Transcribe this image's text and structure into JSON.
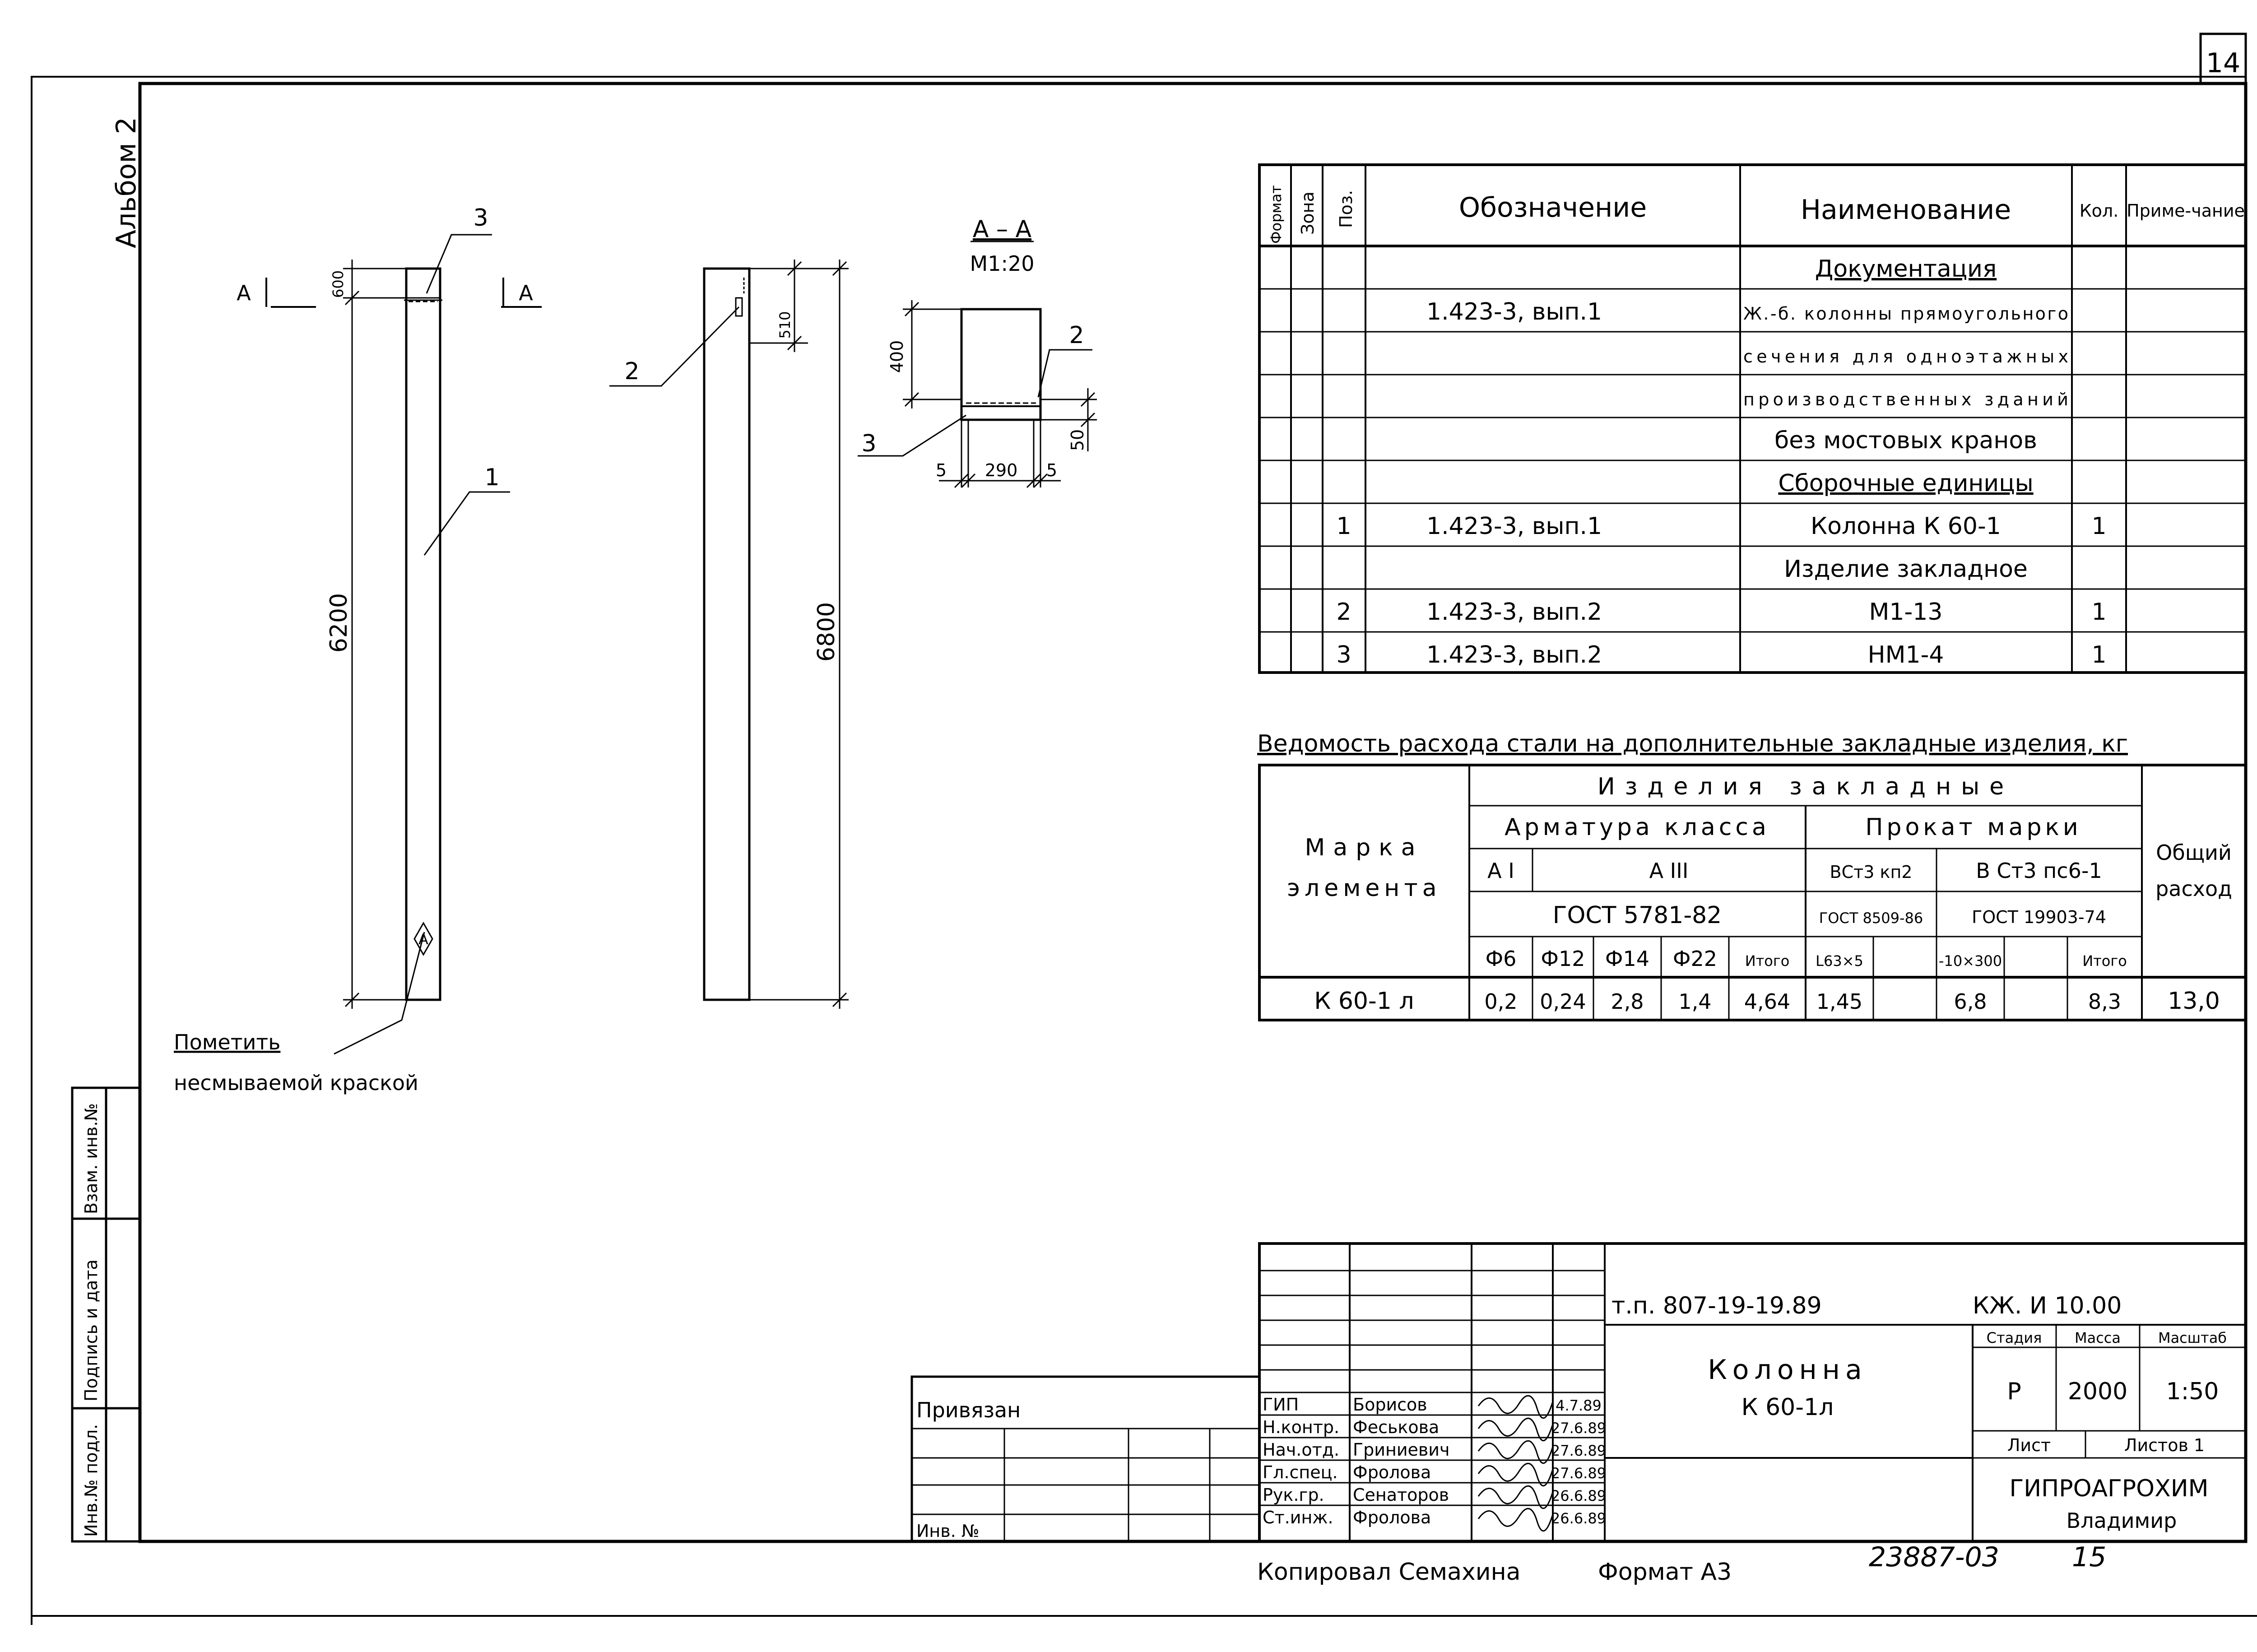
{
  "sheet_number": "14",
  "album_label": "Альбом 2",
  "drawing": {
    "section_mark": "А",
    "section_title": "А – А",
    "section_scale": "М1:20",
    "dim_600": "600",
    "dim_6200": "6200",
    "dim_510": "510",
    "dim_6800": "6800",
    "dim_400": "400",
    "dim_50": "50",
    "dim_5a": "5",
    "dim_290": "290",
    "dim_5b": "5",
    "callout_1": "1",
    "callout_2": "2",
    "callout_3": "3",
    "marking_symbol": "А",
    "note_line1": "Пометить",
    "note_line2": "несмываемой краской"
  },
  "spec_table": {
    "headers": {
      "format": "Формат",
      "zone": "Зона",
      "pos": "Поз.",
      "designation": "Обозначение",
      "name": "Наименование",
      "qty": "Кол.",
      "note": "Приме-чание"
    },
    "rows": [
      {
        "pos": "",
        "designation": "",
        "name": "Документация",
        "qty": ""
      },
      {
        "pos": "",
        "designation": "1.423-3,  вып.1",
        "name": "Ж.-б. колонны прямоугольного",
        "qty": ""
      },
      {
        "pos": "",
        "designation": "",
        "name": "сечения для одноэтажных",
        "qty": ""
      },
      {
        "pos": "",
        "designation": "",
        "name": "производственных зданий",
        "qty": ""
      },
      {
        "pos": "",
        "designation": "",
        "name": "без мостовых кранов",
        "qty": ""
      },
      {
        "pos": "",
        "designation": "",
        "name": "Сборочные единицы",
        "qty": ""
      },
      {
        "pos": "1",
        "designation": "1.423-3,  вып.1",
        "name": "Колонна  К 60-1",
        "qty": "1"
      },
      {
        "pos": "",
        "designation": "",
        "name": "Изделие закладное",
        "qty": ""
      },
      {
        "pos": "2",
        "designation": "1.423-3,  вып.2",
        "name": "М1-13",
        "qty": "1"
      },
      {
        "pos": "3",
        "designation": "1.423-3,  вып.2",
        "name": "НМ1-4",
        "qty": "1"
      }
    ]
  },
  "steel_table": {
    "title": "Ведомость расхода стали на дополнительные закладные изделия, кг",
    "group_header": "Изделия закладные",
    "mark_header_line1": "Марка",
    "mark_header_line2": "элемента",
    "rebar_header": "Арматура класса",
    "rolled_header": "Прокат марки",
    "total_header_line1": "Общий",
    "total_header_line2": "расход",
    "class_ai": "А I",
    "class_aiii": "А III",
    "gost_rebar": "ГОСТ 5781-82",
    "steel_a": "ВСт3 кп2",
    "steel_b": "В Ст3  пс6-1",
    "gost_a": "ГОСТ 8509-86",
    "gost_b": "ГОСТ 19903-74",
    "cols": [
      "Ф6",
      "Ф12",
      "Ф14",
      "Ф22",
      "Итого",
      "L63×5",
      "",
      "-10×300",
      "",
      "Итого"
    ],
    "row": {
      "mark": "К 60-1 л",
      "values": [
        "0,2",
        "0,24",
        "2,8",
        "1,4",
        "4,64",
        "1,45",
        "",
        "6,8",
        "",
        "8,3"
      ],
      "total": "13,0"
    }
  },
  "binding": {
    "label": "Привязан",
    "inv_label": "Инв. №"
  },
  "title_block": {
    "project_code": "т.п. 807-19-19.89",
    "sheet_code": "КЖ. И 10.00",
    "drawing_title_line1": "Колонна",
    "drawing_title_line2": "К 60-1л",
    "stage_label": "Стадия",
    "mass_label": "Масса",
    "scale_label": "Масштаб",
    "stage": "Р",
    "mass": "2000",
    "scale": "1:50",
    "sheet_label": "Лист",
    "sheets_label": "Листов 1",
    "org_line1": "ГИПРОАГРОХИМ",
    "org_line2": "Владимир",
    "signers": [
      {
        "role": "ГИП",
        "name": "Борисов",
        "date": "4.7.89"
      },
      {
        "role": "Н.контр.",
        "name": "Феськова",
        "date": "27.6.89"
      },
      {
        "role": "Нач.отд.",
        "name": "Гриниевич",
        "date": "27.6.89"
      },
      {
        "role": "Гл.спец.",
        "name": "Фролова",
        "date": "27.6.89"
      },
      {
        "role": "Рук.гр.",
        "name": "Сенаторов",
        "date": "26.6.89"
      },
      {
        "role": "Ст.инж.",
        "name": "Фролова",
        "date": "26.6.89"
      }
    ]
  },
  "left_strip": {
    "inv_orig": "Инв.№ подл.",
    "sign_date": "Подпись и дата",
    "replace_inv": "Взам. инв.№"
  },
  "footer": {
    "copied_by": "Копировал Семахина",
    "format": "Формат А3",
    "archive_no": "23887-03",
    "page_no": "15"
  }
}
